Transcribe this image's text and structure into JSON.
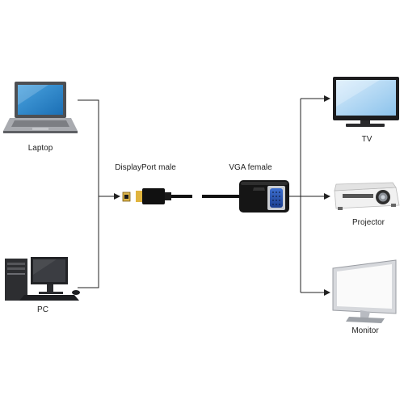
{
  "sources": [
    {
      "label": "Laptop",
      "icon": "laptop-icon"
    },
    {
      "label": "PC",
      "icon": "desktop-pc-icon"
    }
  ],
  "adapter": {
    "input_label": "DisplayPort male",
    "output_label": "VGA female"
  },
  "outputs": [
    {
      "label": "TV",
      "icon": "tv-icon"
    },
    {
      "label": "Projector",
      "icon": "projector-icon"
    },
    {
      "label": "Monitor",
      "icon": "monitor-icon"
    }
  ]
}
